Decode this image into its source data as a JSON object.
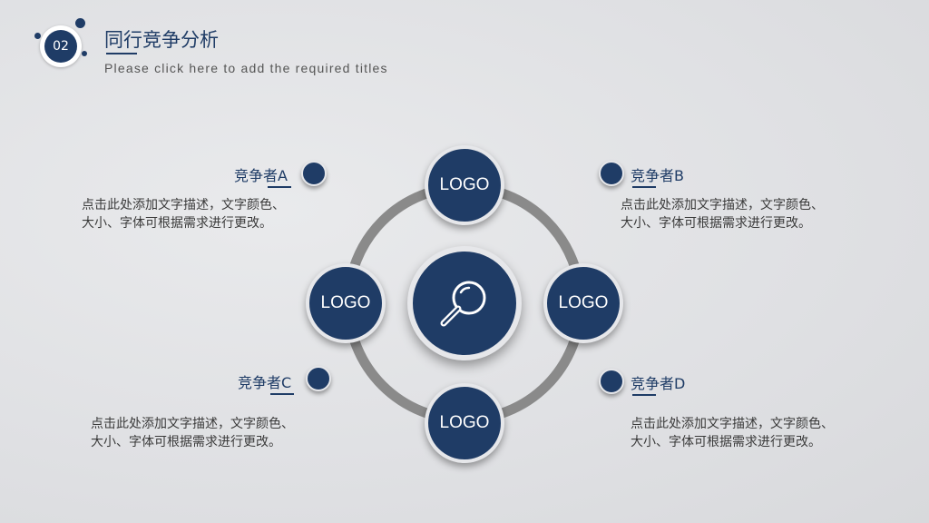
{
  "header": {
    "number": "02",
    "title": "同行竞争分析",
    "subtitle": "Please click here to add the required titles"
  },
  "center": {
    "icon": "magnifier-icon"
  },
  "logos": {
    "top": "LOGO",
    "left": "LOGO",
    "right": "LOGO",
    "bottom": "LOGO"
  },
  "competitors": [
    {
      "name": "竞争者A",
      "desc_line1": "点击此处添加文字描述，文字颜色、",
      "desc_line2": "大小、字体可根据需求进行更改。"
    },
    {
      "name": "竞争者B",
      "desc_line1": "点击此处添加文字描述，文字颜色、",
      "desc_line2": "大小、字体可根据需求进行更改。"
    },
    {
      "name": "竞争者C",
      "desc_line1": "点击此处添加文字描述，文字颜色、",
      "desc_line2": "大小、字体可根据需求进行更改。"
    },
    {
      "name": "竞争者D",
      "desc_line1": "点击此处添加文字描述，文字颜色、",
      "desc_line2": "大小、字体可根据需求进行更改。"
    }
  ],
  "colors": {
    "primary": "#1f3c66",
    "ring": "#8a8a8a",
    "background": "#e2e3e6"
  }
}
